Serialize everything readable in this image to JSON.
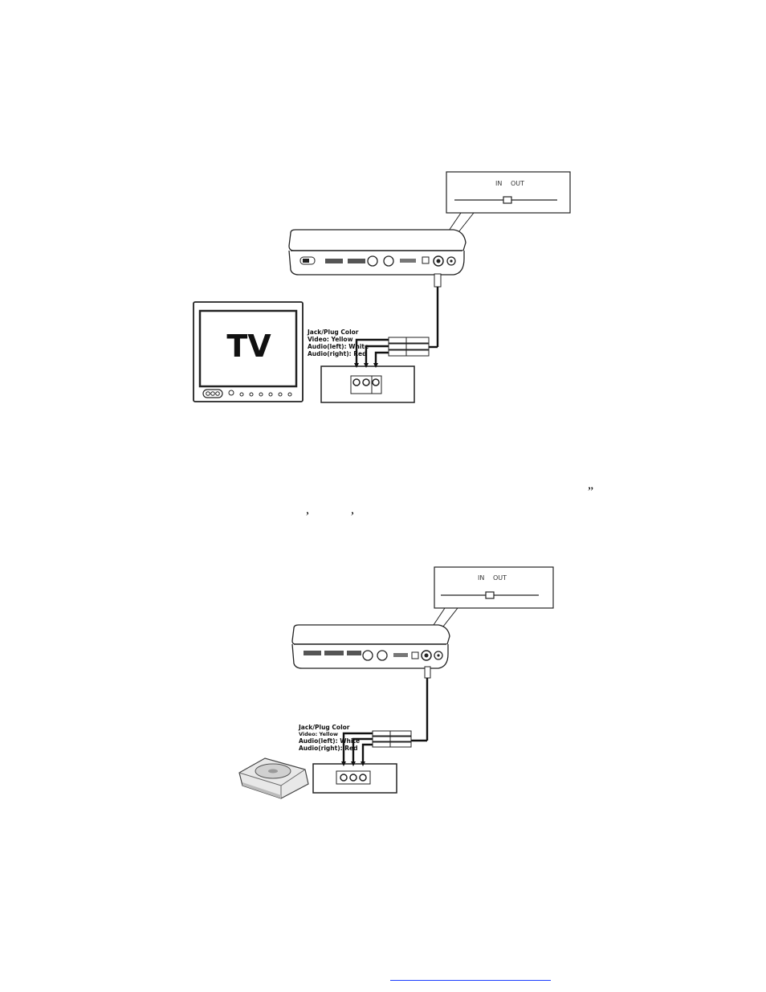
{
  "diagram1": {
    "inset": {
      "in_label": "IN",
      "out_label": "OUT"
    },
    "tv_label": "TV",
    "legend": {
      "title": "Jack/Plug Color",
      "video": "Video: Yellow",
      "audio_left": "Audio(left): White",
      "audio_right": "Audio(right): Red"
    }
  },
  "diagram2": {
    "inset": {
      "in_label": "IN",
      "out_label": "OUT"
    },
    "legend": {
      "title": "Jack/Plug Color",
      "video": "Video: Yellow",
      "audio_left": "Audio(left): White",
      "audio_right": "Audio(right): Red"
    }
  },
  "stray_marks": {
    "quote": "”",
    "comma1": ",",
    "comma2": ","
  },
  "colors": {
    "line": "#111111",
    "link": "#1a3cff"
  }
}
